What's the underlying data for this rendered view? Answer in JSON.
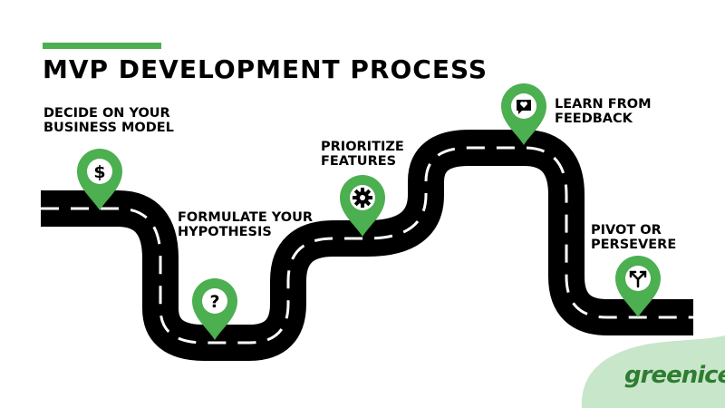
{
  "title": "MVP DEVELOPMENT PROCESS",
  "brand": "greenice",
  "colors": {
    "accent": "#4caf50",
    "road": "#000000",
    "lane": "#ffffff",
    "pin": "#4caf50",
    "brand_text": "#2e7d32",
    "brand_blob": "#c8e6c9"
  },
  "steps": [
    {
      "line1": "DECIDE ON YOUR",
      "line2": "BUSINESS MODEL",
      "icon": "dollar-icon"
    },
    {
      "line1": "FORMULATE YOUR",
      "line2": "HYPOTHESIS",
      "icon": "question-icon"
    },
    {
      "line1": "PRIORITIZE",
      "line2": "FEATURES",
      "icon": "gear-icon"
    },
    {
      "line1": "LEARN FROM",
      "line2": "FEEDBACK",
      "icon": "heart-chat-icon"
    },
    {
      "line1": "PIVOT OR",
      "line2": "PERSEVERE",
      "icon": "split-arrows-icon"
    }
  ]
}
